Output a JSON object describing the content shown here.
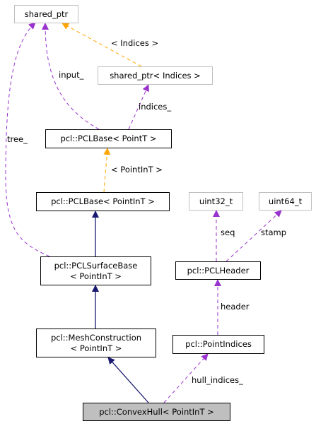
{
  "colors": {
    "inheritance": "#191970",
    "member": "#9a32cd",
    "template": "#ffa500",
    "node_border": "#000000",
    "external_border": "#bfbfbf",
    "focus_fill": "#bfbfbf"
  },
  "nodes": {
    "shared_ptr": "shared_ptr",
    "shared_ptr_indices": "shared_ptr< Indices >",
    "pcl_base_pointt": "pcl::PCLBase< PointT >",
    "pcl_base_pointint": "pcl::PCLBase< PointInT >",
    "surface_base": [
      "pcl::PCLSurfaceBase",
      "< PointInT >"
    ],
    "mesh_construction": [
      "pcl::MeshConstruction",
      "< PointInT >"
    ],
    "convex_hull": "pcl::ConvexHull< PointInT >",
    "uint32_t": "uint32_t",
    "uint64_t": "uint64_t",
    "pcl_header": "pcl::PCLHeader",
    "point_indices": "pcl::PointIndices"
  },
  "edge_labels": {
    "indices_tmpl": "< Indices >",
    "input": "input_",
    "indices": "indices_",
    "tree": "tree_",
    "pointint_tmpl": "< PointInT >",
    "seq": "seq",
    "stamp": "stamp",
    "header": "header",
    "hull_indices": "hull_indices_"
  }
}
